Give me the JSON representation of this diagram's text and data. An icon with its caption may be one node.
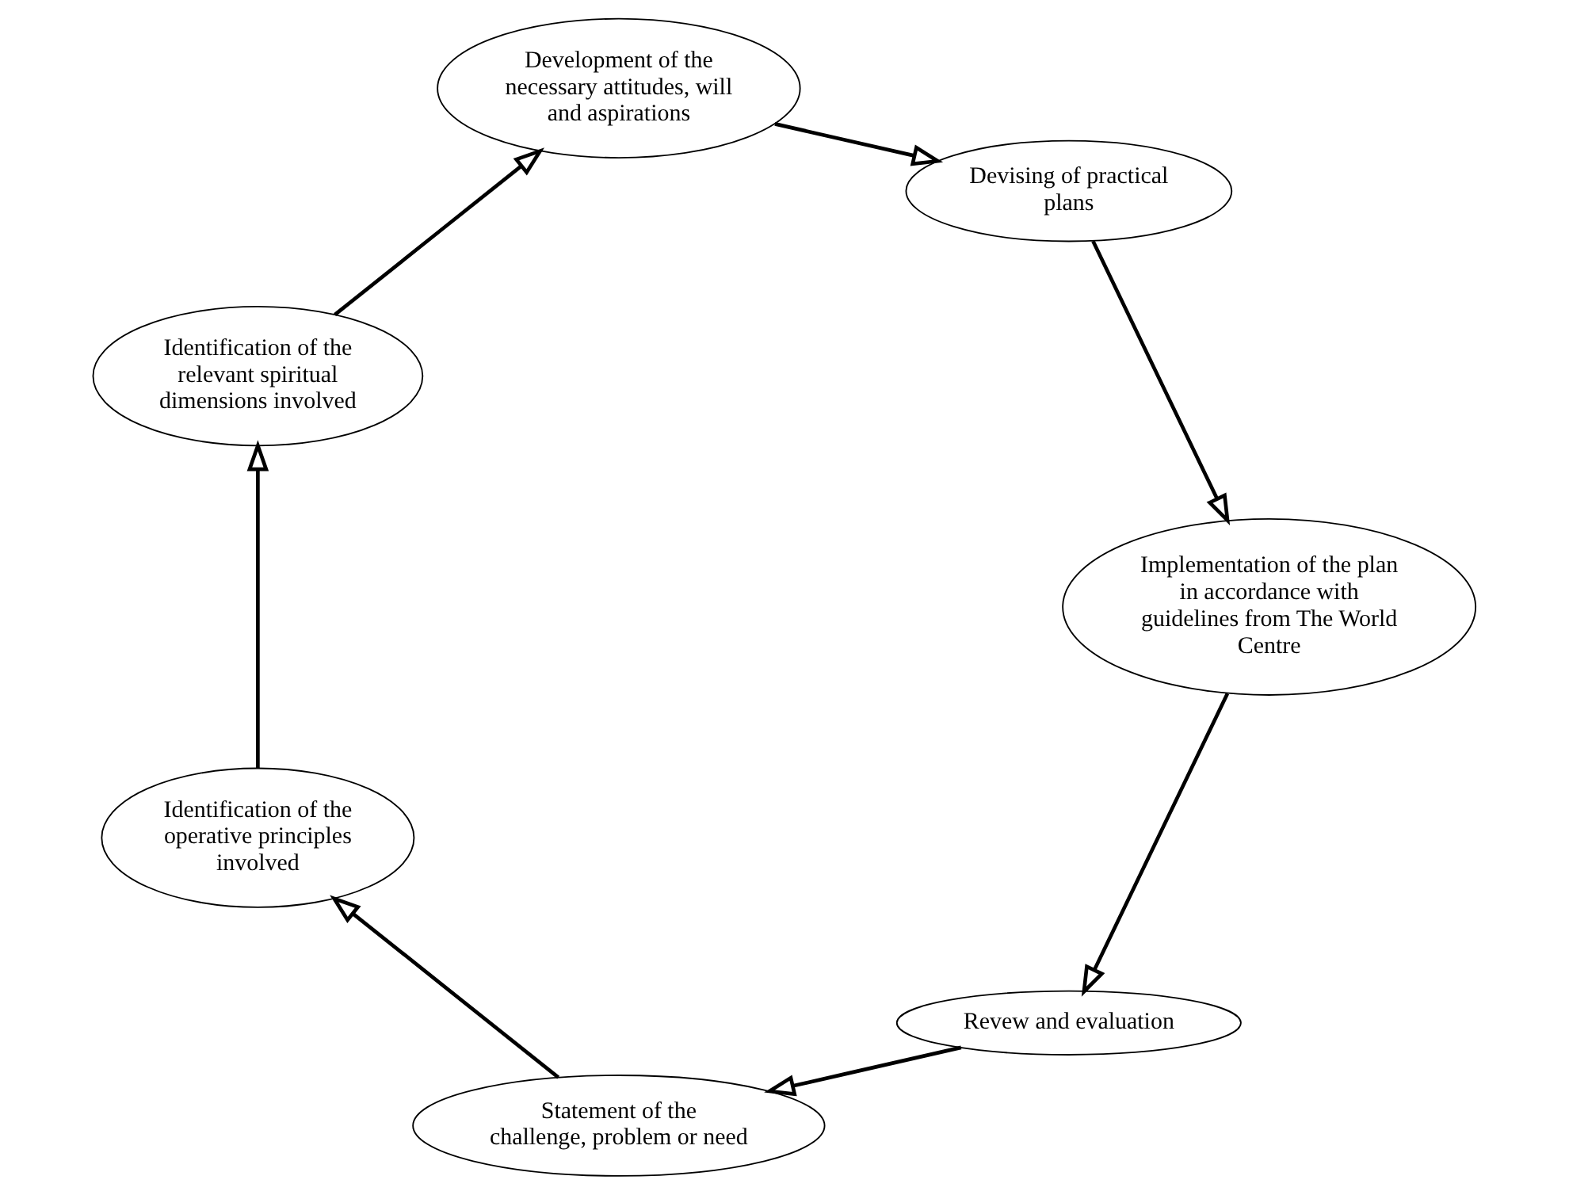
{
  "diagram": {
    "nodes": [
      {
        "text": [
          "Revew and evaluation"
        ]
      },
      {
        "text": [
          "Statement of the challenge, problem or need"
        ]
      },
      {
        "text": [
          "Identification of the operative principles involved"
        ]
      },
      {
        "text": [
          "Identification of the relevant spiritual dimensions involved"
        ]
      },
      {
        "text": [
          "Development of the necessary attitudes, will and aspirations"
        ]
      },
      {
        "text": [
          "Devising of practical plans"
        ]
      },
      {
        "text": [
          "Implementation of the plan in accordance with guidelines from The World Centre"
        ]
      }
    ],
    "edges": [
      {
        "from": 0,
        "to": 1,
        "arrow": "to"
      },
      {
        "from": 1,
        "to": 2,
        "arrow": "to"
      },
      {
        "from": 2,
        "to": 3,
        "arrow": "to"
      },
      {
        "from": 3,
        "to": 4,
        "arrow": "to"
      },
      {
        "from": 4,
        "to": 5,
        "arrow": "to"
      },
      {
        "from": 5,
        "to": 6,
        "arrow": "to"
      },
      {
        "from": 6,
        "to": 0,
        "arrow": "to"
      }
    ]
  }
}
